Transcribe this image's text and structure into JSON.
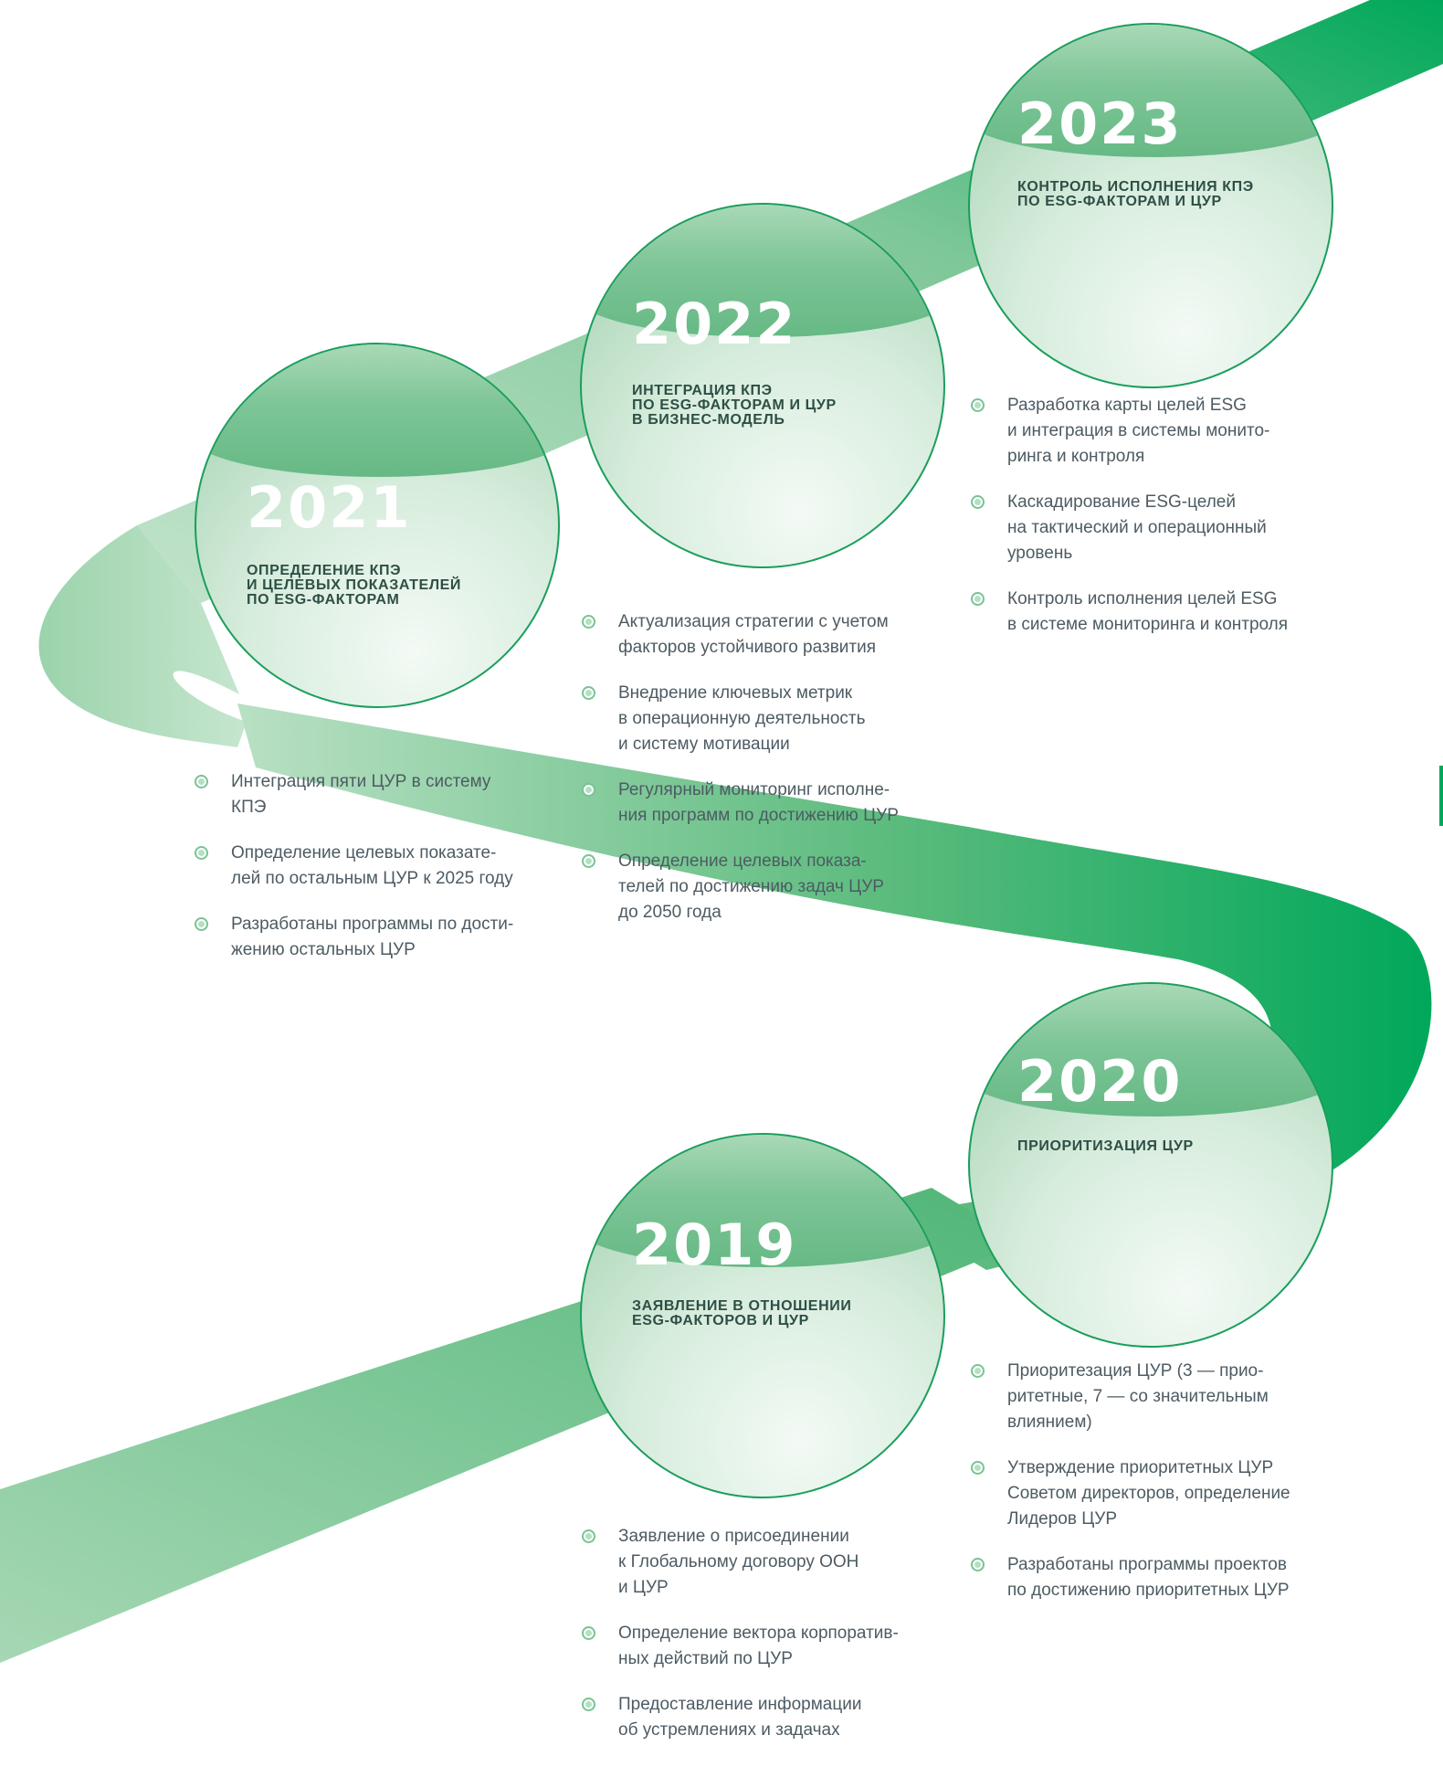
{
  "colors": {
    "ribbon_dark": "#00a85a",
    "ribbon_light": "#a2d4b0",
    "circle_border": "#1b9e5c",
    "bullet": "#79c493"
  },
  "milestones": [
    {
      "year": "2019",
      "title": "Заявление в отношении\nESG-факторов и ЦУР",
      "bullets": [
        "Заявление о присоединении\nк Глобальному договору ООН\nи ЦУР",
        "Определение вектора корпоратив-\nных действий по ЦУР",
        "Предоставление информации\nоб устремлениях и задачах"
      ]
    },
    {
      "year": "2020",
      "title": "Приоритизация ЦУР",
      "bullets": [
        "Приоритезация ЦУР (3 — прио-\nритетные, 7 — со значительным\nвлиянием)",
        "Утверждение приоритетных ЦУР\nСоветом директоров, определение\nЛидеров ЦУР",
        "Разработаны программы проектов\nпо достижению приоритетных ЦУР"
      ]
    },
    {
      "year": "2021",
      "title": "Определение КПЭ\nи целевых показателей\nпо ESG-факторам",
      "bullets": [
        "Интеграция пяти ЦУР в систему\nКПЭ",
        "Определение целевых показате-\nлей по остальным ЦУР к 2025 году",
        "Разработаны программы по дости-\nжению остальных ЦУР"
      ]
    },
    {
      "year": "2022",
      "title": "Интеграция КПЭ\nпо ESG-факторам и ЦУР\nв бизнес-модель",
      "bullets": [
        "Актуализация стратегии с учетом\nфакторов устойчивого развития",
        "Внедрение ключевых метрик\nв операционную деятельность\nи систему мотивации",
        "Регулярный мониторинг исполне-\nния программ по достижению ЦУР",
        "Определение целевых показа-\nтелей по достижению задач ЦУР\nдо 2050 года"
      ]
    },
    {
      "year": "2023",
      "title": "Контроль исполнения КПЭ\nпо ESG-факторам и ЦУР",
      "bullets": [
        "Разработка карты целей ESG\nи интеграция в системы монито-\nринга и контроля",
        "Каскадирование ESG-целей\nна тактический и операционный\nуровень",
        "Контроль исполнения целей ESG\nв системе мониторинга и контроля"
      ]
    }
  ]
}
